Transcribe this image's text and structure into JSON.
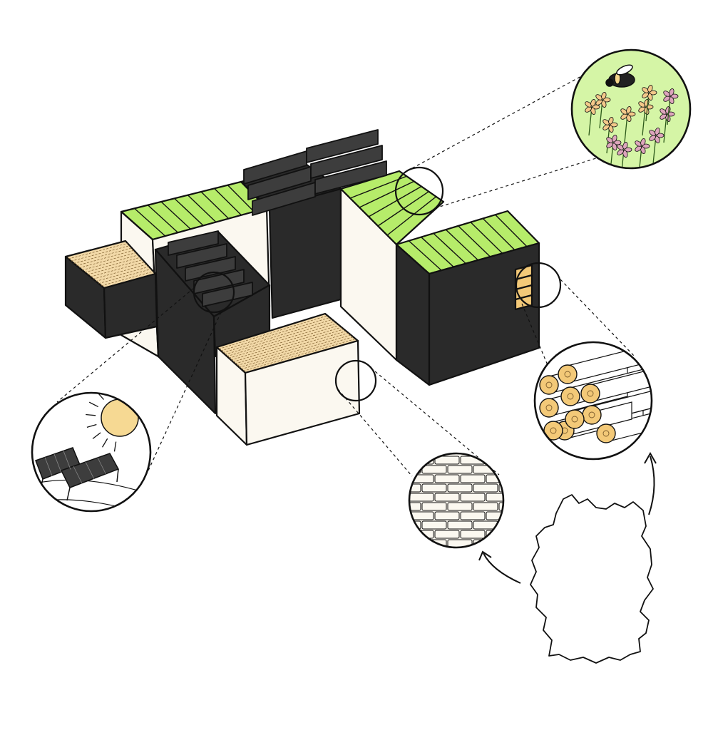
{
  "diagram": {
    "colors": {
      "ink": "#111111",
      "dark_facade": "#2a2a2a",
      "solar_panel": "#3d3d3d",
      "green_roof": "#b6ec6a",
      "green_roof_light": "#cdf59a",
      "thatch_roof": "#f2d9a8",
      "brick_wall": "#fbf8f0",
      "sun": "#f6d993",
      "timber": "#f3c978",
      "meadow": "#d5f5a6",
      "flower_pink": "#dda5bc",
      "flower_orange": "#f4c98a"
    },
    "callouts": [
      {
        "id": "biodiversity-meadow",
        "icon": "bee-and-flowers-icon"
      },
      {
        "id": "solar-energy",
        "icon": "solar-panel-sun-icon"
      },
      {
        "id": "timber-logs",
        "icon": "timber-logs-icon"
      },
      {
        "id": "brick-masonry",
        "icon": "brick-wall-icon"
      }
    ],
    "map": {
      "region": "germany-outline-icon"
    }
  }
}
